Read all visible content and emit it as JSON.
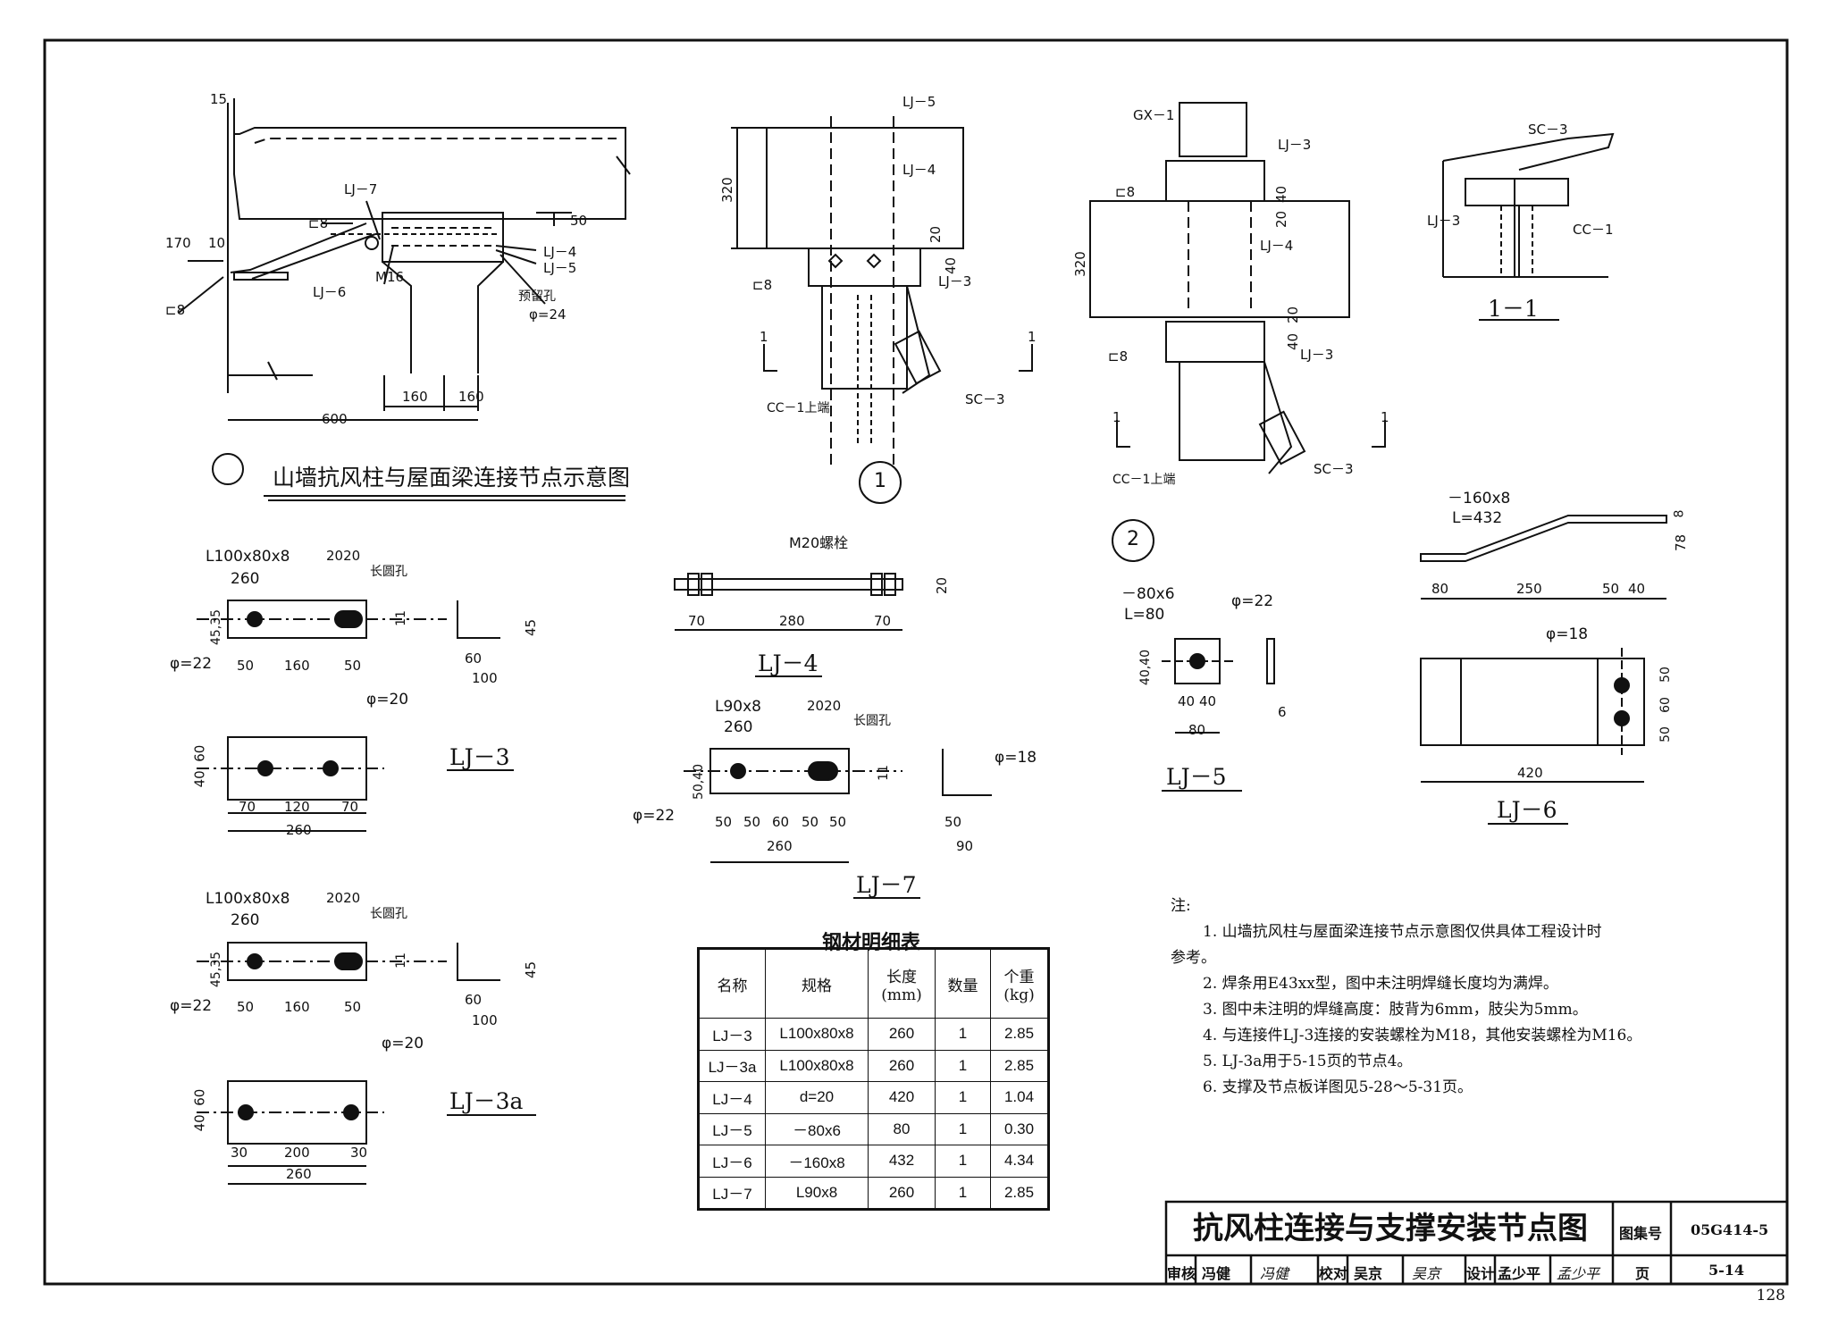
{
  "captions": {
    "main_detail": "山墙抗风柱与屋面梁连接节点示意图",
    "lj4": "LJ－4",
    "lj7": "LJ－7",
    "lj3": "LJ－3",
    "lj3a": "LJ－3a",
    "lj5": "LJ－5",
    "lj6": "LJ－6",
    "section": "1－1",
    "detail1": "1",
    "detail2": "2"
  },
  "labels": {
    "lj7_tag": "LJ－7",
    "lj4_tag": "LJ－4",
    "lj5_tag": "LJ－5",
    "lj6_tag": "LJ－6",
    "lj3_tag": "LJ－3",
    "cc1_top": "CC－1上端",
    "sc3": "SC－3",
    "cc1": "CC－1",
    "gx1": "GX－1",
    "m16": "M16",
    "m20": "M20螺栓",
    "hole_note": "预留孔",
    "phi24": "φ=24",
    "phi22": "φ=22",
    "phi20": "φ=20",
    "phi18": "φ=18",
    "long_hole": "长圆孔",
    "weld8": "⊏8",
    "angle_100": "L100x80x8",
    "angle_90": "L90x8",
    "plate_80": "－80x6",
    "plate_80_l": "L=80",
    "plate_160": "－160x8",
    "plate_160_l": "L=432",
    "sec_mark": "1",
    "d15": "15",
    "d170": "170",
    "d10": "10",
    "d50": "50",
    "d160": "160",
    "d600": "600",
    "d320": "320",
    "d20": "20",
    "d40": "40",
    "d260": "260",
    "d2020": "2020",
    "d4535": "45,35",
    "d11": "11",
    "d60": "60",
    "d100": "100",
    "d45": "45",
    "d70": "70",
    "d120": "120",
    "d280": "280",
    "d5040": "50,40",
    "d90": "90",
    "d30": "30",
    "d200": "200",
    "d4040": "40,40",
    "d6": "6",
    "d78": "78",
    "d8": "8",
    "d80": "80",
    "d250": "250",
    "d420": "420",
    "d6040": "40, 60"
  },
  "table": {
    "title": "钢材明细表",
    "headers": [
      "名称",
      "规格",
      "长度\n(mm)",
      "数量",
      "个重\n(kg)"
    ],
    "rows": [
      [
        "LJ－3",
        "L100x80x8",
        "260",
        "1",
        "2.85"
      ],
      [
        "LJ－3a",
        "L100x80x8",
        "260",
        "1",
        "2.85"
      ],
      [
        "LJ－4",
        "d=20",
        "420",
        "1",
        "1.04"
      ],
      [
        "LJ－5",
        "－80x6",
        "80",
        "1",
        "0.30"
      ],
      [
        "LJ－6",
        "－160x8",
        "432",
        "1",
        "4.34"
      ],
      [
        "LJ－7",
        "L90x8",
        "260",
        "1",
        "2.85"
      ]
    ]
  },
  "notes": {
    "heading": "注:",
    "items": [
      "1. 山墙抗风柱与屋面梁连接节点示意图仅供具体工程设计时",
      "参考。",
      "2. 焊条用E43xx型，图中未注明焊缝长度均为满焊。",
      "3. 图中未注明的焊缝高度：肢背为6mm，肢尖为5mm。",
      "4. 与连接件LJ-3连接的安装螺栓为M18，其他安装螺栓为M16。",
      "5. LJ-3a用于5-15页的节点4。",
      "6. 支撑及节点板详图见5-28～5-31页。"
    ]
  },
  "title_block": {
    "title": "抗风柱连接与支撑安装节点图",
    "atlas_label": "图集号",
    "atlas_no": "05G414-5",
    "review_label": "审核",
    "reviewer": "冯健",
    "reviewer_sig": "冯健",
    "check_label": "校对",
    "checker": "吴京",
    "checker_sig": "吴京",
    "design_label": "设计",
    "designer": "孟少平",
    "designer_sig": "孟少平",
    "page_label": "页",
    "page_no": "5-14"
  },
  "sheet_number": "128"
}
